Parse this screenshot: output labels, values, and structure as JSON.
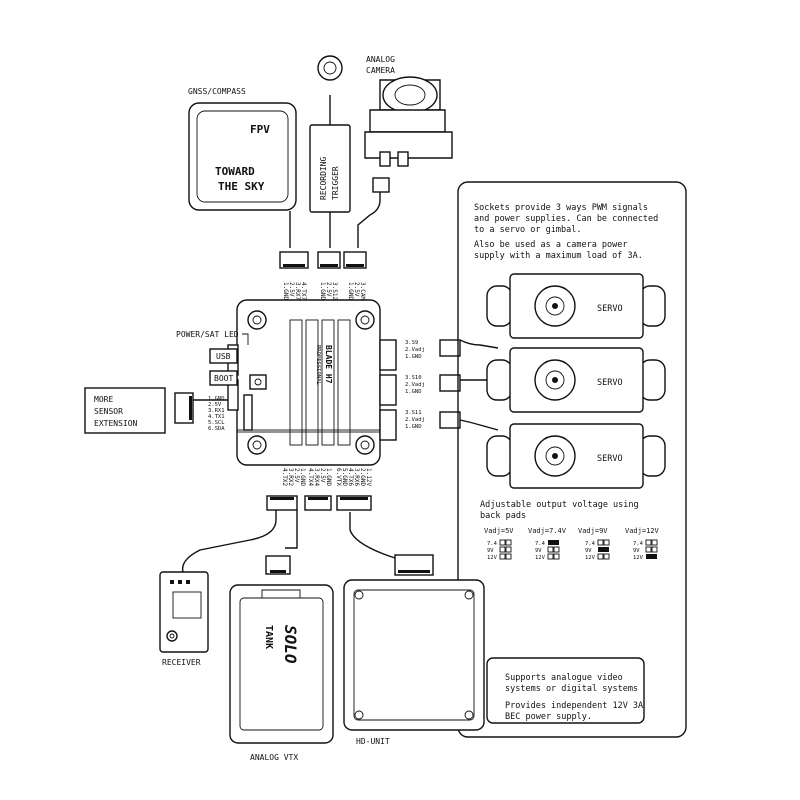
{
  "colors": {
    "ink": "#111111",
    "paper": "#ffffff"
  },
  "labels": {
    "gnss": "GNSS/COMPASS",
    "gnss_logo_1": "FPV",
    "gnss_logo_2": "TOWARD",
    "gnss_logo_3": "THE SKY",
    "analog_camera_1": "ANALOG",
    "analog_camera_2": "CAMERA",
    "recording_trigger_1": "RECORDING",
    "recording_trigger_2": "TRIGGER",
    "power_sat_led": "POWER/SAT LED",
    "usb": "USB",
    "boot": "BOOT",
    "more_sensor_1": "MORE",
    "more_sensor_2": "SENSOR",
    "more_sensor_3": "EXTENSION",
    "board_title": "BLADE H7",
    "board_sub": "PROFESSIONAL",
    "servo": "SERVO",
    "receiver": "RECEIVER",
    "analog_vtx": "ANALOG VTX",
    "hd_unit": "HD-UNIT",
    "vtx_logo": "SOLO",
    "vtx_logo_2": "TANK"
  },
  "pins": {
    "top_left": [
      "1.GND",
      "2.5V",
      "3.RX7",
      "4.TX7"
    ],
    "top_mid": [
      "1.GND",
      "2.5V",
      "3.S12"
    ],
    "top_right": [
      "1.GND",
      "2.5V",
      "3.CAM"
    ],
    "servo_1": [
      "3.S9",
      "2.Vadj",
      "1.GND"
    ],
    "servo_2": [
      "3.S10",
      "2.Vadj",
      "1.GND"
    ],
    "servo_3": [
      "3.S11",
      "2.Vadj",
      "1.GND"
    ],
    "side_left": [
      "1.GND",
      "2.5V",
      "3.RX1",
      "4.TX1",
      "5.SCL",
      "6.SDA"
    ],
    "bottom_left": [
      "4.TX2",
      "3.RX2",
      "2.5V",
      "1.GND"
    ],
    "bottom_mid": [
      "4.TX4",
      "3.RX4",
      "2.5V",
      "1.GND"
    ],
    "bottom_right": [
      "6.VTX",
      "5.GND",
      "4.TX6",
      "3.RX6",
      "2.GND",
      "1.12V"
    ],
    "pad_row": [
      "7.4",
      "9V",
      "12V"
    ],
    "voltage_pin": "9V"
  },
  "notes": {
    "servo_box_1": "Sockets provide 3 ways PWM signals",
    "servo_box_2": "and power supplies. Can be connected",
    "servo_box_3": "to a servo or gimbal.",
    "servo_box_4": "Also be used as a camera power",
    "servo_box_5": "supply with a maximum load of 3A.",
    "adjustable_1": "Adjustable output voltage using",
    "adjustable_2": "back pads",
    "hd_box_1": "Supports analogue video",
    "hd_box_2": "systems or digital systems",
    "hd_box_3": "Provides independent 12V 3A",
    "hd_box_4": "BEC power supply."
  },
  "voltages": [
    "Vadj=5V",
    "Vadj=7.4V",
    "Vadj=9V",
    "Vadj=12V"
  ],
  "icons": [
    "button-icon",
    "servo-horn-icon",
    "camera-icon",
    "antenna-icon",
    "jst-connector-icon"
  ]
}
